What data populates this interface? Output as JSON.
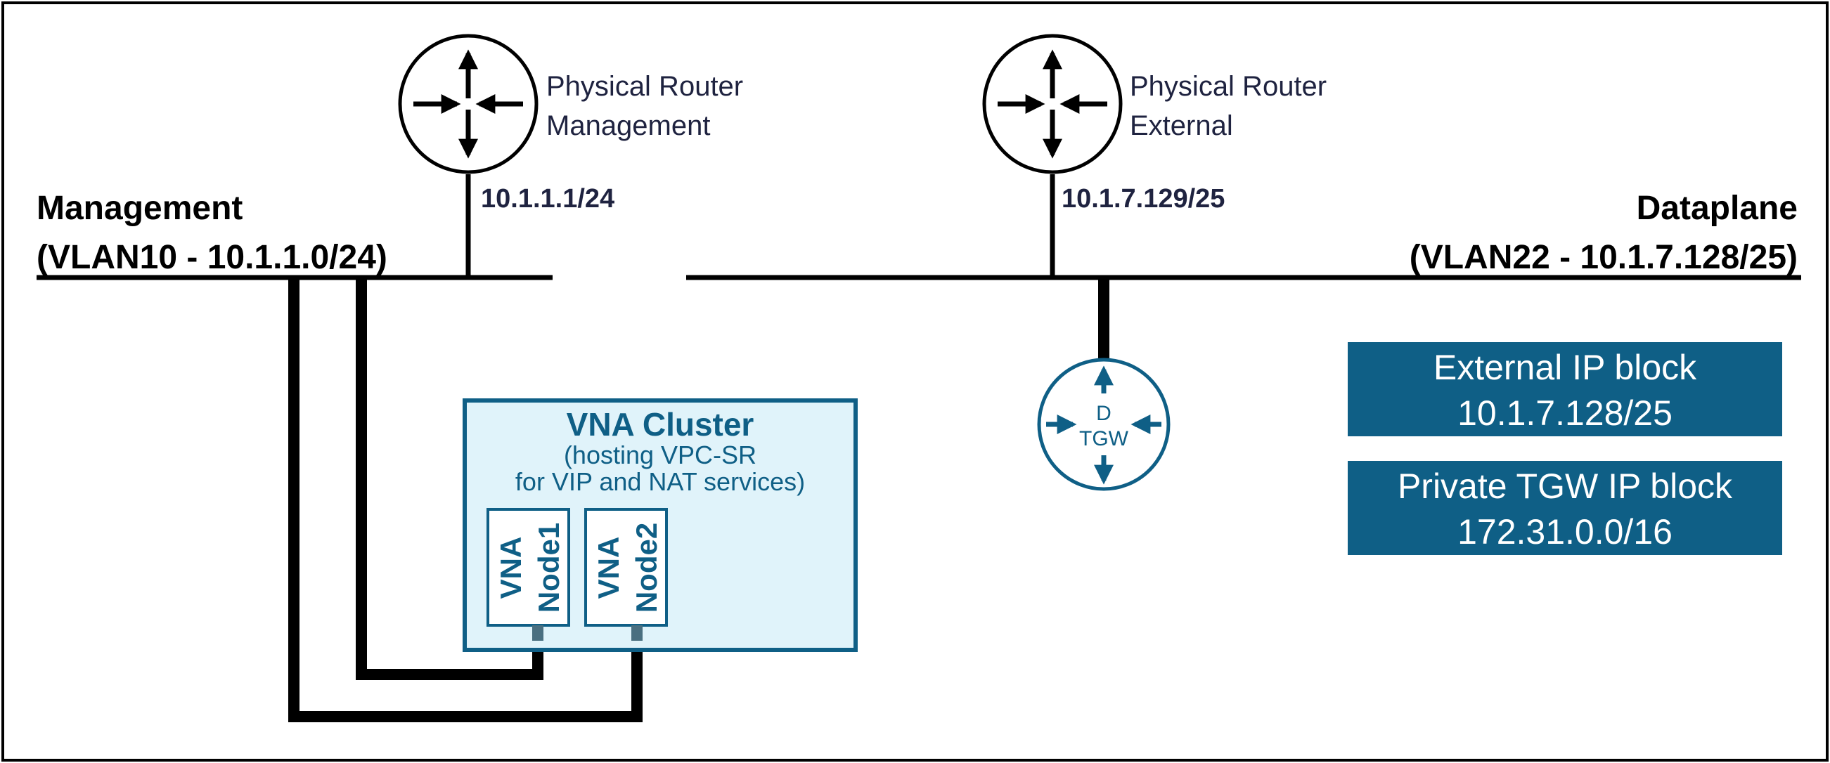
{
  "colors": {
    "line": "#000000",
    "accent": "#0f5f86",
    "cluster_fill": "#e0f3fa",
    "block_fill": "#0f5f86",
    "block_text": "#ffffff"
  },
  "routers": {
    "management": {
      "line1": "Physical Router",
      "line2": "Management",
      "ip": "10.1.1.1/24",
      "icon": "router-icon"
    },
    "external": {
      "line1": "Physical Router",
      "line2": "External",
      "ip": "10.1.7.129/25",
      "icon": "router-icon"
    }
  },
  "networks": {
    "management": {
      "name": "Management",
      "subnet": "(VLAN10 - 10.1.1.0/24)"
    },
    "dataplane": {
      "name": "Dataplane",
      "subnet": "(VLAN22 - 10.1.7.128/25)"
    }
  },
  "cluster": {
    "title": "VNA Cluster",
    "sub1": "(hosting VPC-SR",
    "sub2": "for VIP and NAT services)",
    "nodes": [
      {
        "line1": "VNA",
        "line2": "Node1"
      },
      {
        "line1": "VNA",
        "line2": "Node2"
      }
    ]
  },
  "tgw": {
    "top": "D",
    "bottom": "TGW",
    "icon": "transit-gateway-icon"
  },
  "blocks": [
    {
      "line1": "External IP block",
      "line2": "10.1.7.128/25"
    },
    {
      "line1": "Private TGW IP block",
      "line2": "172.31.0.0/16"
    }
  ]
}
